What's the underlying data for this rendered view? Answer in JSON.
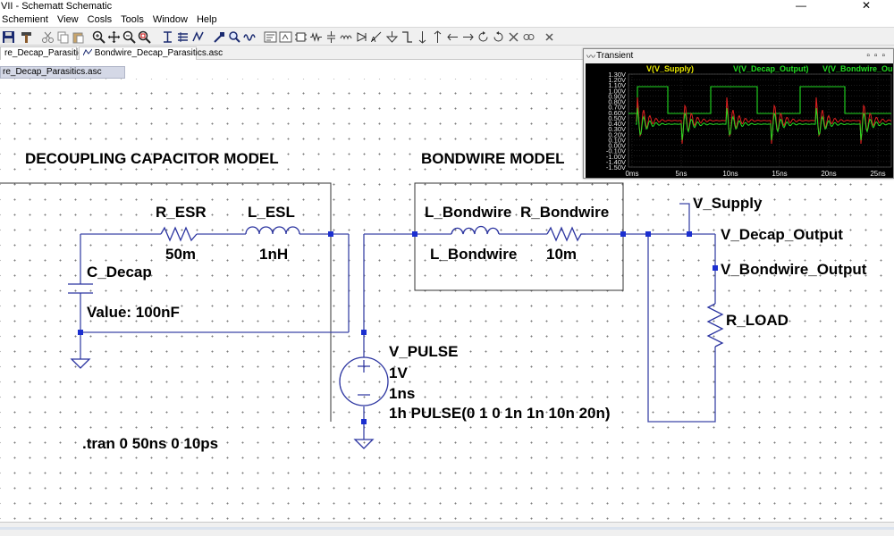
{
  "window": {
    "title": "VII - Schematt Schematic",
    "minimize_glyph": "—",
    "close_glyph": "✕"
  },
  "menu": [
    "Schemient",
    "View",
    "Cosls",
    "Tools",
    "Window",
    "Help"
  ],
  "toolbar": {
    "icons": [
      "save-icon",
      "hammer-icon",
      "cut-icon",
      "copy-icon",
      "paste-icon",
      "zoom-in-icon",
      "pan-icon",
      "zoom-out-icon",
      "zoom-fit-icon",
      "ruler-icon",
      "netlist-icon",
      "run-icon",
      "probe-icon",
      "find-icon",
      "waveform-icon",
      "text-icon",
      "spice-icon",
      "component-icon",
      "resistor-icon",
      "capacitor-icon",
      "inductor-icon",
      "diode-icon",
      "label-icon",
      "ground-icon",
      "wire-icon",
      "move-icon",
      "drag-icon",
      "undo-icon",
      "redo-icon",
      "rotate-icon",
      "mirror-icon",
      "delete-icon",
      "duplicate-icon"
    ]
  },
  "tabs": [
    {
      "label": "re_Decap_Parasitics.asc"
    },
    {
      "label": "Bondwire_Decap_Parasitics.asc"
    }
  ],
  "document_tab": "re_Decap_Parasitics.asc",
  "schematic": {
    "decap_section_title": "DECOUPLING CAPACITOR MODEL",
    "bondwire_section_title": "BONDWIRE MODEL",
    "r_esr_name": "R_ESR",
    "r_esr_value": "50m",
    "l_esl_name": "L_ESL",
    "l_esl_value": "1nH",
    "c_decap_name": "C_Decap",
    "c_decap_value": "Value: 100nF",
    "l_bondwire_name": "L_Bondwire",
    "l_bondwire_value": "L_Bondwire",
    "r_bondwire_name": "R_Bondwire",
    "r_bondwire_value": "10m",
    "v_supply_label": "V_Supply",
    "v_decap_output_label": "V_Decap_Output",
    "v_bondwire_output_label": "V_Bondwire_Output",
    "r_load_name": "R_LOAD",
    "v_pulse_name": "V_PULSE",
    "v_pulse_line1": "1V",
    "v_pulse_line2": "1ns",
    "v_pulse_line3": "1h PULSE(0 1 0 1n 1n 10n 20n)",
    "tran_directive": ".tran 0 50ns 0 10ps"
  },
  "plot_window": {
    "title": "Transient",
    "traces": [
      {
        "name": "V(V_Supply)",
        "color": "#e8e800"
      },
      {
        "name": "V(V_Decap_Output)",
        "color": "#22dd22"
      },
      {
        "name": "V(V_Bondwire_Ou",
        "color": "#22dd22"
      }
    ],
    "y_ticks": [
      "1.30V",
      "1.20V",
      "1.10V",
      "1.00V",
      "0.90V",
      "0.80V",
      "0.70V",
      "0.60V",
      "0.50V",
      "0.40V",
      "0.30V",
      "0.20V",
      "0.10V",
      "0.00V",
      "-0.10V",
      "-1.00V",
      "-1.40V",
      "-1.50V"
    ],
    "x_ticks": [
      "0ms",
      "5ns",
      "10ns",
      "15ns",
      "20ns",
      "25ns"
    ],
    "colors": {
      "background": "#000000",
      "grid": "#3a3a3a",
      "supply_trace": "#22dd22",
      "decap_trace": "#22dd22",
      "bondwire_trace": "#e02020",
      "label": "#e8e8e8"
    }
  },
  "colors": {
    "wire": "#3c46a8",
    "junction": "#1b2fd0",
    "component": "#2b34a0",
    "text": "#000000"
  }
}
